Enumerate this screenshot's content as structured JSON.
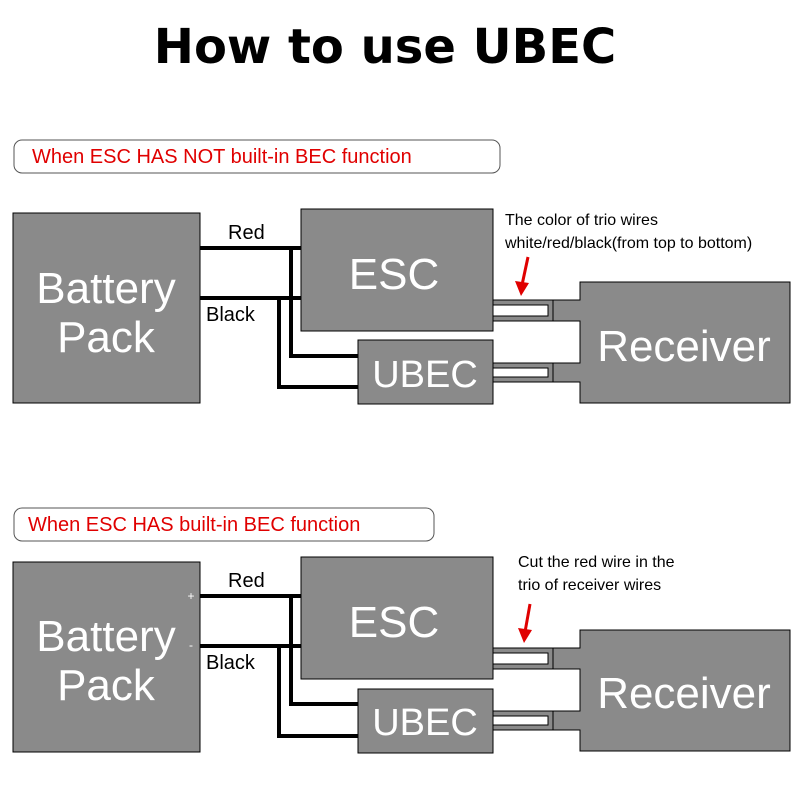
{
  "title": "How to use UBEC",
  "colors": {
    "box_fill": "#8a8a8a",
    "box_stroke": "#000000",
    "box_text": "#ffffff",
    "section_title": "#e00000",
    "arrow": "#e00000"
  },
  "diagram_1": {
    "section_title": "When ESC HAS NOT built-in BEC function",
    "battery_line1": "Battery",
    "battery_line2": "Pack",
    "esc": "ESC",
    "ubec": "UBEC",
    "receiver": "Receiver",
    "wire_red": "Red",
    "wire_black": "Black",
    "note_line1": "The color of trio wires",
    "note_line2": "white/red/black(from top to bottom)"
  },
  "diagram_2": {
    "section_title": "When ESC HAS built-in BEC function",
    "battery_line1": "Battery",
    "battery_line2": "Pack",
    "esc": "ESC",
    "ubec": "UBEC",
    "receiver": "Receiver",
    "wire_red": "Red",
    "wire_black": "Black",
    "plus": "+",
    "minus": "-",
    "note_line1": "Cut the red wire in the",
    "note_line2": "trio of receiver wires"
  }
}
